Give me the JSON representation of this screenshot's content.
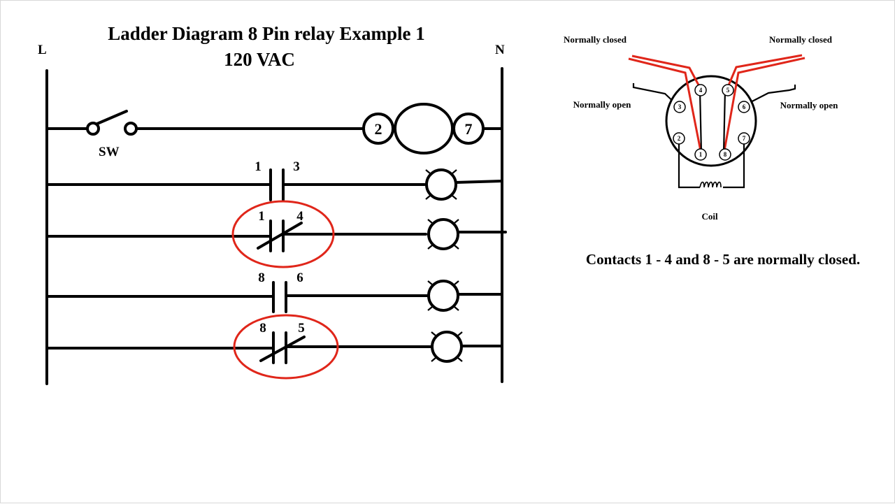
{
  "title": {
    "line1": "Ladder Diagram 8 Pin relay Example 1",
    "line2": "120 VAC"
  },
  "rails": {
    "left": "L",
    "right": "N"
  },
  "ladder": {
    "switch_label": "SW",
    "coil_pins": {
      "left": "2",
      "right": "7"
    },
    "contacts": [
      {
        "left": "1",
        "right": "3",
        "normally_closed": false,
        "highlighted": false
      },
      {
        "left": "1",
        "right": "4",
        "normally_closed": true,
        "highlighted": true
      },
      {
        "left": "8",
        "right": "6",
        "normally_closed": false,
        "highlighted": false
      },
      {
        "left": "8",
        "right": "5",
        "normally_closed": true,
        "highlighted": true
      }
    ]
  },
  "relay": {
    "label_nc_left": "Normally closed",
    "label_nc_right": "Normally closed",
    "label_no_left": "Normally open",
    "label_no_right": "Normally open",
    "coil_label": "Coil",
    "pins": [
      "1",
      "2",
      "3",
      "4",
      "5",
      "6",
      "7",
      "8"
    ]
  },
  "note": "Contacts 1 - 4 and 8 - 5 are normally closed.",
  "colors": {
    "highlight": "#e0261a",
    "ink": "#000000"
  }
}
